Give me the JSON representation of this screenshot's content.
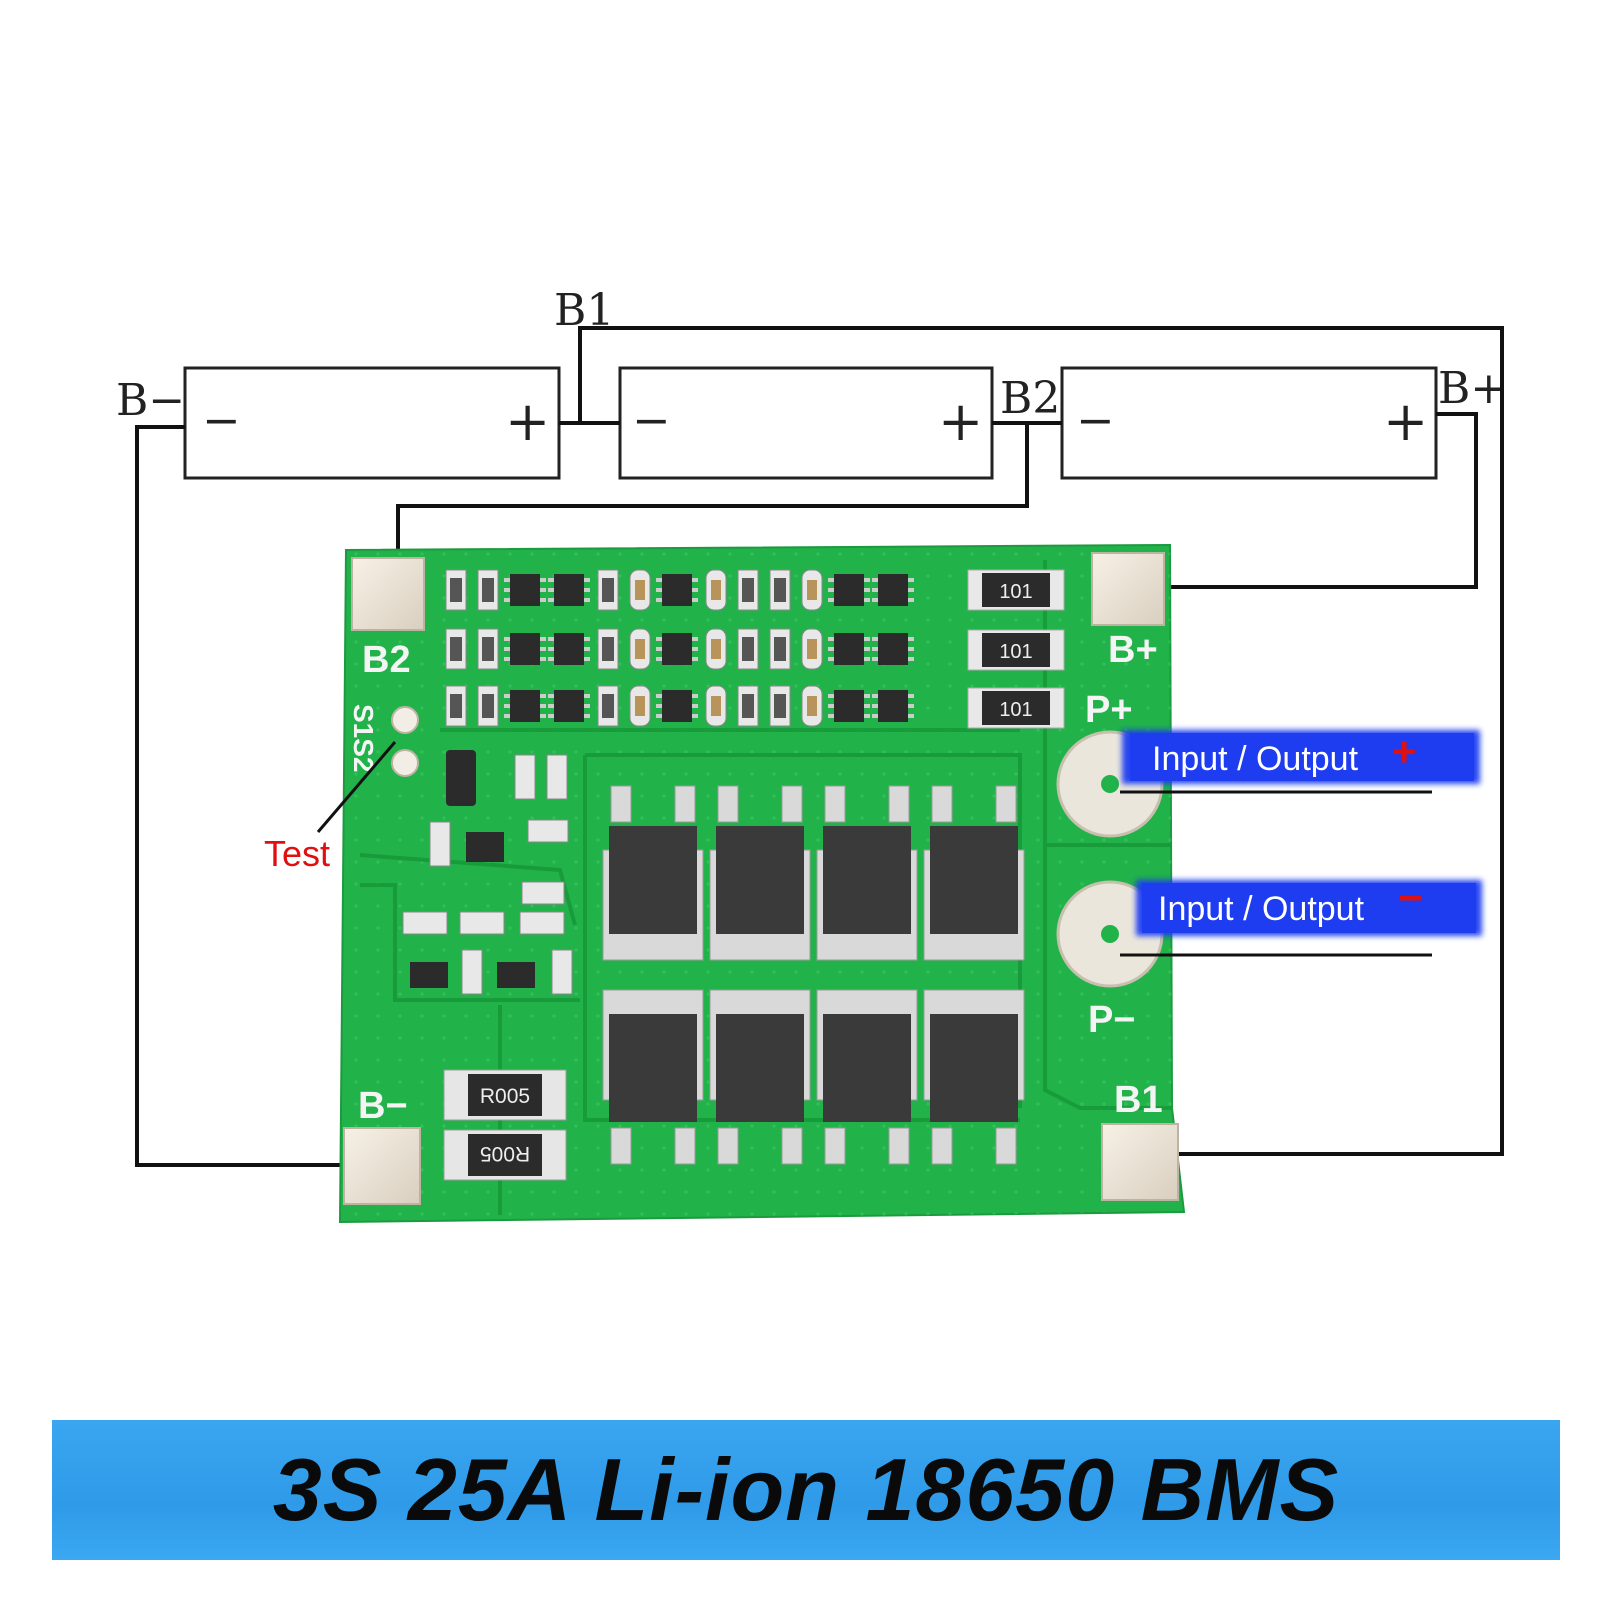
{
  "battery_labels": {
    "b_minus": "B−",
    "b1": "B1",
    "b2": "B2",
    "b_plus": "B+"
  },
  "cells": [
    {
      "minus": "−",
      "plus": "+"
    },
    {
      "minus": "−",
      "plus": "+"
    },
    {
      "minus": "−",
      "plus": "+"
    }
  ],
  "board": {
    "pad_labels": {
      "b2": "B2",
      "b_plus": "B+",
      "p_plus": "P+",
      "p_minus": "P−",
      "b_minus": "B−",
      "b1": "B1"
    },
    "test_pads": "S1S2",
    "resistor_codes": [
      "101",
      "101",
      "101"
    ],
    "shunt_codes": [
      "R005",
      "R005"
    ]
  },
  "annotations": {
    "test": "Test",
    "io_positive": "Input / Output",
    "io_positive_sign": "+",
    "io_negative": "Input / Output",
    "io_negative_sign": "−"
  },
  "colors": {
    "pcb": "#22b24a",
    "pcb_trace": "#1c9a3c",
    "mosfet": "#3a3a3a",
    "callout": "#1e3cf0",
    "test_label": "#e01010",
    "banner": "#3aa6f0"
  },
  "banner": {
    "title": "3S 25A Li-ion 18650 BMS"
  }
}
